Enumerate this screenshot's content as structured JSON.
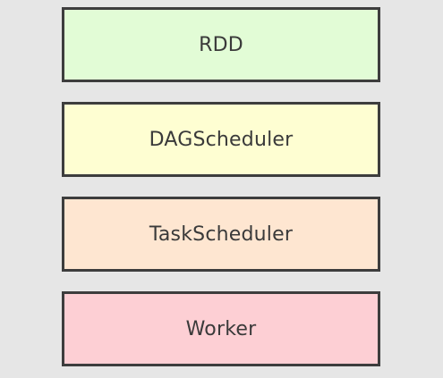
{
  "diagram": {
    "layers": [
      {
        "label": "RDD",
        "color": "#e2fcd6"
      },
      {
        "label": "DAGScheduler",
        "color": "#fefed2"
      },
      {
        "label": "TaskScheduler",
        "color": "#fee6d1"
      },
      {
        "label": "Worker",
        "color": "#fdcfd4"
      }
    ]
  }
}
